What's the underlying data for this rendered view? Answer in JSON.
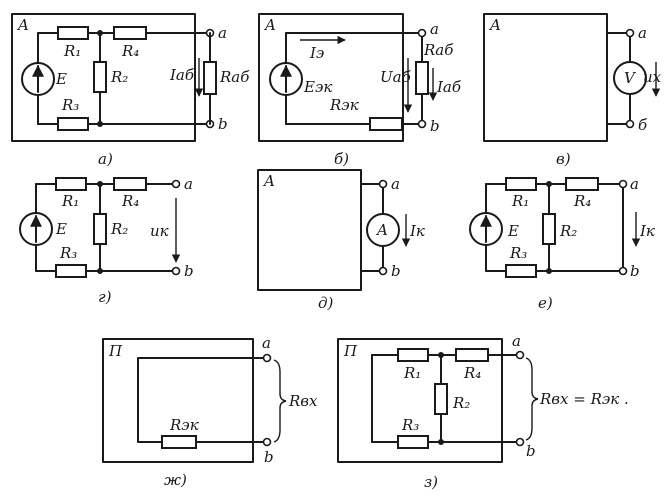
{
  "panels": {
    "a": {
      "caption": "а)",
      "box": "A",
      "r1": "R₁",
      "r2": "R₂",
      "r3": "R₃",
      "r4": "R₄",
      "e": "E",
      "ta": "a",
      "tb": "b",
      "i": "Iаб",
      "rl": "Rаб"
    },
    "b": {
      "caption": "б)",
      "box": "A",
      "i": "Iэ",
      "u": "Uаб",
      "rl": "Rаб",
      "il": "Iаб",
      "e": "Eэк",
      "r": "Rэк",
      "ta": "a",
      "tb": "b"
    },
    "v": {
      "caption": "в)",
      "box": "A",
      "meter": "V",
      "u": "uх",
      "ta": "a",
      "tb": "б"
    },
    "g": {
      "caption": "г)",
      "r1": "R₁",
      "r2": "R₂",
      "r3": "R₃",
      "r4": "R₄",
      "e": "E",
      "u": "uк",
      "ta": "a",
      "tb": "b"
    },
    "d": {
      "caption": "д)",
      "box": "A",
      "meter": "A",
      "i": "Iк",
      "ta": "a",
      "tb": "b"
    },
    "e": {
      "caption": "е)",
      "r1": "R₁",
      "r2": "R₂",
      "r3": "R₃",
      "r4": "R₄",
      "e": "E",
      "i": "Iк",
      "ta": "a",
      "tb": "b"
    },
    "zh": {
      "caption": "ж)",
      "box": "П",
      "r": "Rэк",
      "rin": "Rвх",
      "ta": "a",
      "tb": "b"
    },
    "z": {
      "caption": "з)",
      "box": "П",
      "r1": "R₁",
      "r2": "R₂",
      "r3": "R₃",
      "r4": "R₄",
      "rin": "Rвх = Rэк .",
      "ta": "a",
      "tb": "b"
    }
  }
}
